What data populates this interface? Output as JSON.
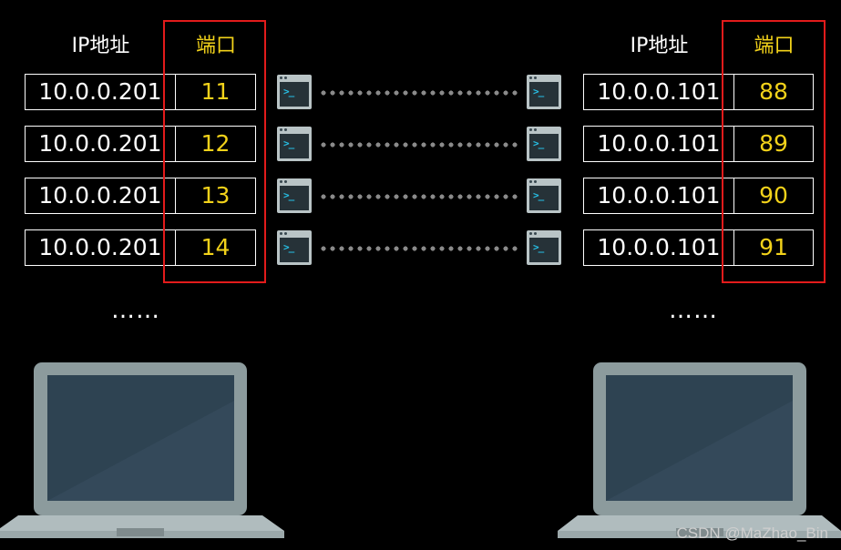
{
  "left": {
    "header_ip": "IP地址",
    "header_port": "端口",
    "rows": [
      {
        "ip": "10.0.0.201",
        "port": "11"
      },
      {
        "ip": "10.0.0.201",
        "port": "12"
      },
      {
        "ip": "10.0.0.201",
        "port": "13"
      },
      {
        "ip": "10.0.0.201",
        "port": "14"
      }
    ],
    "ellipsis": "……"
  },
  "right": {
    "header_ip": "IP地址",
    "header_port": "端口",
    "rows": [
      {
        "ip": "10.0.0.101",
        "port": "88"
      },
      {
        "ip": "10.0.0.101",
        "port": "89"
      },
      {
        "ip": "10.0.0.101",
        "port": "90"
      },
      {
        "ip": "10.0.0.101",
        "port": "91"
      }
    ],
    "ellipsis": "……"
  },
  "terminal_icon": {
    "name": "terminal-icon",
    "prompt": ">_"
  },
  "connection_style": "dotted",
  "laptop_icon": "laptop-icon",
  "colors": {
    "background": "#000000",
    "port_text": "#f2d21a",
    "highlight_box": "#e21b1b",
    "terminal_prompt": "#27c0e6"
  },
  "watermark": "CSDN @MaZhao_Bin"
}
